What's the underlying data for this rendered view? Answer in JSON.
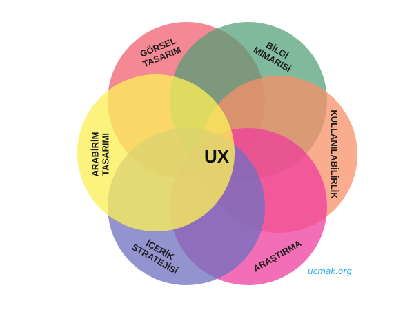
{
  "diagram": {
    "center_label": "UX",
    "circles": [
      {
        "id": "gorsel",
        "lines": [
          "GÖRSEL",
          "TASARIM"
        ],
        "color": "#f26a7a",
        "opacity": 0.8
      },
      {
        "id": "bilgi",
        "lines": [
          "BİLGİ",
          "MİMARİSİ"
        ],
        "color": "#4f9e74",
        "opacity": 0.72
      },
      {
        "id": "kullan",
        "lines": [
          "KULLANILABİLİRLİK"
        ],
        "color": "#f8906a",
        "opacity": 0.75
      },
      {
        "id": "arastir",
        "lines": [
          "ARAŞTIRMA"
        ],
        "color": "#ee3e9e",
        "opacity": 0.75
      },
      {
        "id": "icerik",
        "lines": [
          "İÇERİK",
          "STRATEJİSİ"
        ],
        "color": "#6f6fc0",
        "opacity": 0.75
      },
      {
        "id": "arabirim",
        "lines": [
          "ARABİRİM",
          "TASARIMI"
        ],
        "color": "#fbee5a",
        "opacity": 0.78
      }
    ]
  },
  "watermark": "ucmak.org"
}
